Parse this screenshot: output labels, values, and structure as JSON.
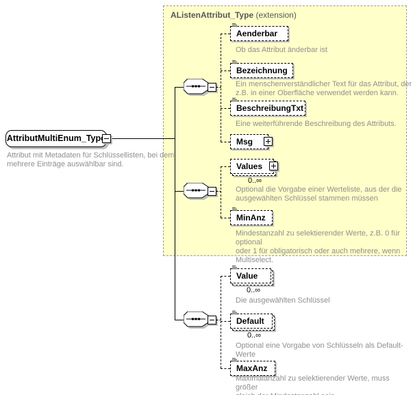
{
  "root": {
    "name": "AttributMultiEnum_Type",
    "annotation": "Attribut mit Metadaten für Schlüssellisten, bei dem\nmehrere Einträge auswählbar sind."
  },
  "extension": {
    "name": "AListenAttribut_Type",
    "suffix": "(extension)"
  },
  "icons": {
    "sequence": "sequence-connector-icon",
    "collapse": "minus",
    "expand": "plus",
    "text_content": "text-lines"
  },
  "elements": [
    {
      "name": "Aenderbar",
      "annotation": "Ob das Attribut änderbar ist"
    },
    {
      "name": "Bezeichnung",
      "annotation": "Ein menschenverständlicher Text für das Attribut, der\nz.B. in einer Oberfläche verwendet werden kann."
    },
    {
      "name": "BeschreibungTxt",
      "annotation": "Eine weiterführende Beschreibung des Attributs."
    },
    {
      "name": "Msg"
    },
    {
      "name": "Values",
      "cardinality": "0..∞",
      "annotation": "Optional die Vorgabe einer Werteliste, aus der die\nausgewählten Schlüssel stammen müssen"
    },
    {
      "name": "MinAnz",
      "annotation": "Mindestanzahl zu selektierender Werte, z.B. 0 für optional\noder 1 für obligatorisch oder auch mehrere, wenn\nMultiselect."
    },
    {
      "name": "Value",
      "cardinality": "0..∞",
      "annotation": "Die ausgewählten Schlüssel"
    },
    {
      "name": "Default",
      "cardinality": "0..∞",
      "annotation": "Optional eine Vorgabe von Schlüsseln als Default-Werte"
    },
    {
      "name": "MaxAnz",
      "annotation": "Maximalanzahl zu selektierender Werte, muss größer\ngleich der Mindestanzahl sein."
    }
  ]
}
